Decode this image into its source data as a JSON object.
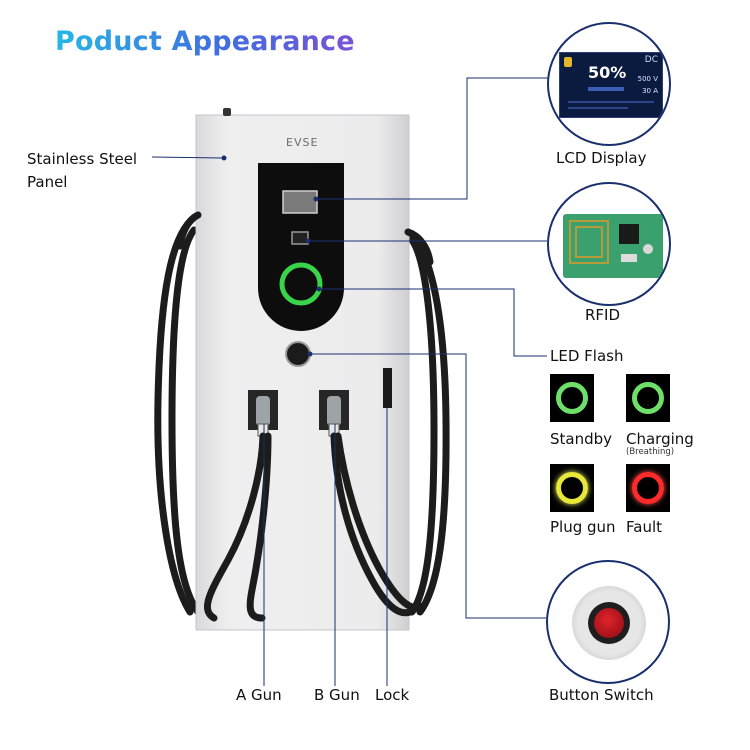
{
  "title": "Poduct Appearance",
  "brand": "EVSE",
  "callouts": {
    "panel_line1": "Stainless Steel",
    "panel_line2": "Panel",
    "lcd": "LCD Display",
    "rfid": "RFID",
    "led_flash": "LED Flash",
    "a_gun": "A Gun",
    "b_gun": "B Gun",
    "lock": "Lock",
    "button_switch": "Button Switch"
  },
  "lcd_screen": {
    "percent": "50%",
    "mode": "DC",
    "voltage": "500 V",
    "current": "30 A"
  },
  "led_states": [
    {
      "label": "Standby",
      "sub": "",
      "color": "#6ee06a"
    },
    {
      "label": "Charging",
      "sub": "(Breathing)",
      "color": "#6ee06a"
    },
    {
      "label": "Plug gun",
      "sub": "",
      "color": "#e8e83a"
    },
    {
      "label": "Fault",
      "sub": "",
      "color": "#ff2a2a"
    }
  ],
  "colors": {
    "leader_line": "#1a2f6e",
    "panel": "#e9e9ea",
    "cable": "#1c1c1c",
    "ring_green": "#39d44a",
    "button_red": "#c0161e"
  }
}
